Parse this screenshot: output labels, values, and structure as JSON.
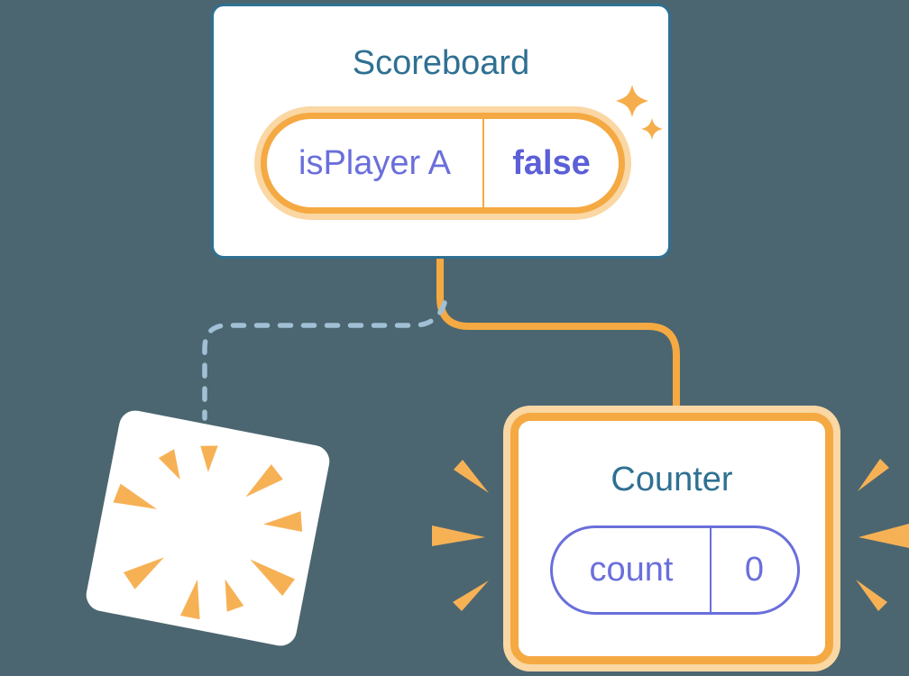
{
  "diagram": {
    "description": "Component tree diagram: parent Scoreboard keeps its state while a child component is destroyed and a new Counter child is mounted",
    "background_color": "#4B6670"
  },
  "colors": {
    "card_border_blue": "#2F7092",
    "title_teal": "#2F7092",
    "state_purple": "#6A6FDB",
    "state_value_purple": "#5B5FD8",
    "accent_orange": "#F5A942",
    "orange_halo": "#FAD7A3",
    "burst_orange": "#F7B155",
    "dashed_line_blue": "#A1C0D5"
  },
  "scoreboard": {
    "title": "Scoreboard",
    "state_pill": {
      "label": "isPlayer A",
      "value": "false"
    }
  },
  "counter": {
    "title": "Counter",
    "state_pill": {
      "label": "count",
      "value": "0"
    }
  },
  "icons": [
    "sparkle-icon",
    "burst-rays-icon",
    "emphasis-marks-icon",
    "connector-solid-line",
    "connector-dashed-line"
  ]
}
